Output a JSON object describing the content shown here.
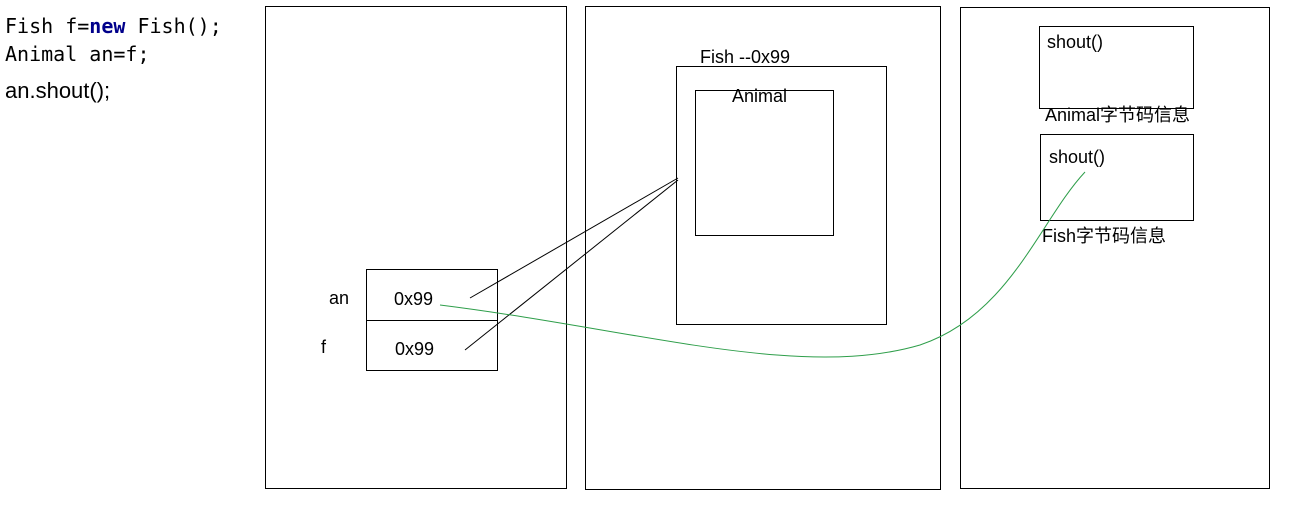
{
  "code": {
    "line1_a": "Fish f=",
    "line1_kw": "new",
    "line1_b": " Fish();",
    "line2": "Animal an=f;",
    "line3": "an.shout();"
  },
  "stack": {
    "var_an": "an",
    "var_f": "f",
    "an_value": "0x99",
    "f_value": "0x99"
  },
  "heap": {
    "outer_label": "Fish  --0x99",
    "inner_label": "Animal"
  },
  "method_area": {
    "animal_method": "shout()",
    "animal_label": "Animal字节码信息",
    "fish_method": "shout()",
    "fish_label": "Fish字节码信息"
  },
  "colors": {
    "border": "#000000",
    "green_arrow": "#2e9e4a",
    "keyword": "#00008b"
  }
}
